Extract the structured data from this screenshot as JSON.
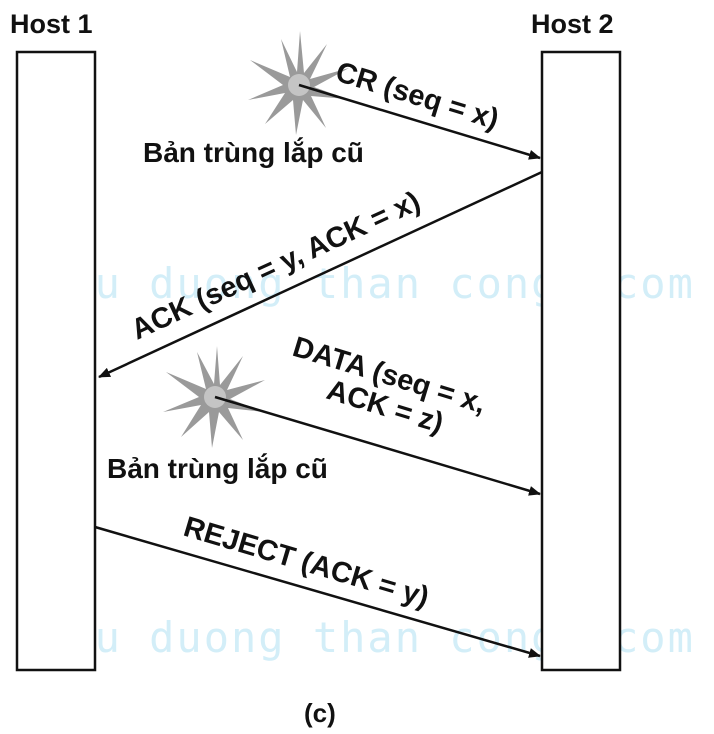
{
  "hosts": {
    "host1": "Host 1",
    "host2": "Host 2"
  },
  "messages": {
    "cr": "CR (seq = x)",
    "ack": "ACK (seq = y, ACK = x)",
    "data_line1": "DATA (seq = x,",
    "data_line2": "ACK = z)",
    "reject": "REJECT (ACK = y)"
  },
  "annotations": {
    "old_duplicate_1": "Bản trùng lắp cũ",
    "old_duplicate_2": "Bản trùng lắp cũ"
  },
  "watermark": {
    "text_top": "cuu duong than cong. com",
    "text_bottom": "cuu duong than cong. com"
  },
  "caption": "(c)",
  "colors": {
    "line": "#111111",
    "burst": "#9a9a9a",
    "watermark": "#d3eef8"
  }
}
